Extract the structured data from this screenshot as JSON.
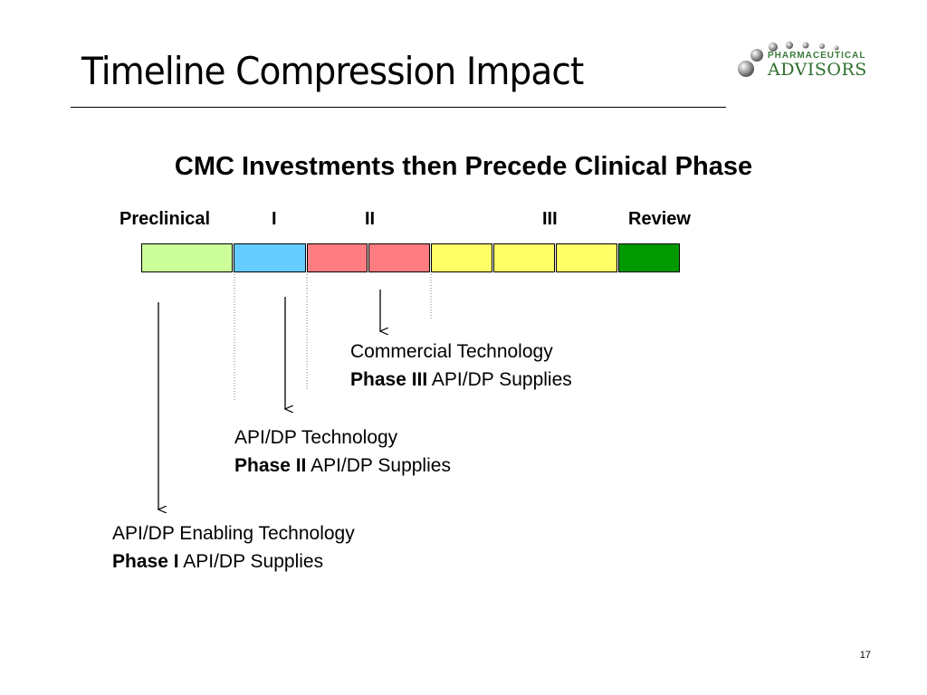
{
  "slide": {
    "title": "Timeline Compression Impact",
    "subtitle": "CMC Investments then Precede Clinical Phase",
    "page_number": "17"
  },
  "logo": {
    "line1": "PHARMACEUTICAL",
    "line2": "ADVISORS",
    "icon": "grey-spheres-logo-icon"
  },
  "timeline": {
    "phase_labels": [
      "Preclinical",
      "I",
      "II",
      "III",
      "Review"
    ],
    "segment_colors": [
      "#ccff99",
      "#66ccff",
      "#ff7c80",
      "#ff7c80",
      "#ffff66",
      "#ffff66",
      "#ffff66",
      "#009900"
    ]
  },
  "annotations": [
    {
      "line1": "Commercial Technology",
      "bold": "Phase III",
      "rest": "API/DP Supplies"
    },
    {
      "line1": "API/DP Technology",
      "bold": "Phase II",
      "rest": "API/DP Supplies"
    },
    {
      "line1": "API/DP Enabling Technology",
      "bold": "Phase I",
      "rest": "API/DP Supplies"
    }
  ]
}
